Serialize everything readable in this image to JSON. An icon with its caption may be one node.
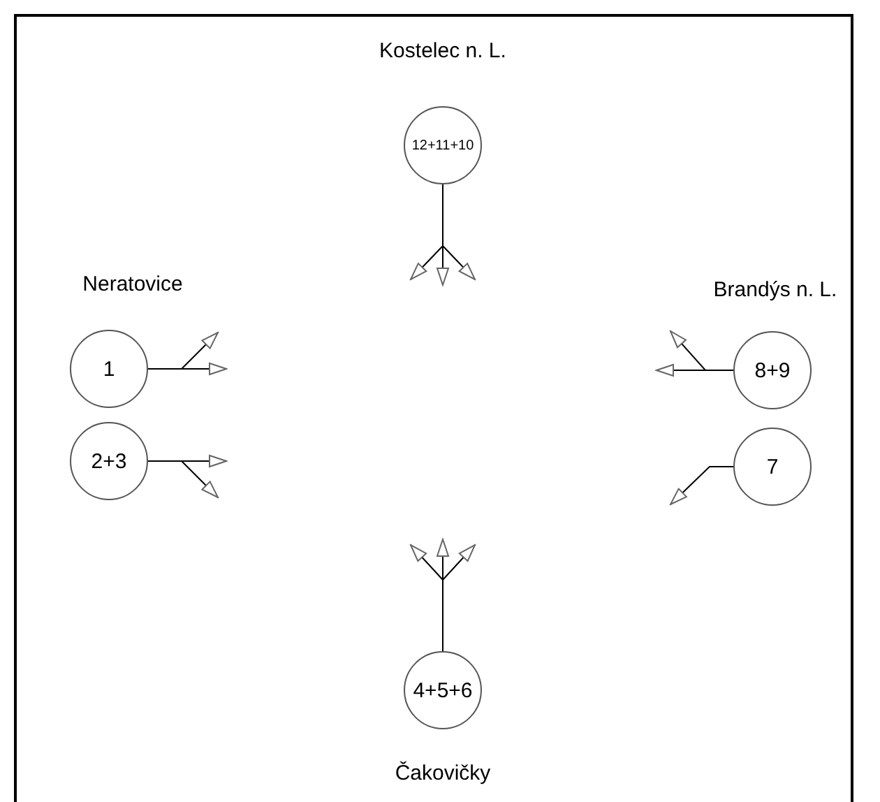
{
  "diagram": {
    "nodes": [
      {
        "text": [
          "12+11+10"
        ]
      },
      {
        "text": [
          "1"
        ]
      },
      {
        "text": [
          "8+9"
        ]
      },
      {
        "text": [
          "2+3"
        ]
      },
      {
        "text": [
          "7"
        ]
      },
      {
        "text": [
          "4+5+6"
        ]
      }
    ],
    "edges": [
      {
        "from": 0,
        "to": null,
        "arrow": "to"
      },
      {
        "from": 0,
        "to": null,
        "arrow": "to"
      },
      {
        "from": 0,
        "to": null,
        "arrow": "to"
      },
      {
        "from": 1,
        "to": null,
        "arrow": "to"
      },
      {
        "from": 1,
        "to": null,
        "arrow": "to"
      },
      {
        "from": 2,
        "to": null,
        "arrow": "to"
      },
      {
        "from": 2,
        "to": null,
        "arrow": "to"
      },
      {
        "from": 3,
        "to": null,
        "arrow": "to"
      },
      {
        "from": 3,
        "to": null,
        "arrow": "to"
      },
      {
        "from": 4,
        "to": null,
        "arrow": "to"
      },
      {
        "from": 5,
        "to": null,
        "arrow": "to"
      },
      {
        "from": 5,
        "to": null,
        "arrow": "to"
      },
      {
        "from": 5,
        "to": null,
        "arrow": "to"
      }
    ],
    "labels": [
      "Kostelec n. L.",
      "Neratovice",
      "Brandýs n. L.",
      "Čakovičky"
    ]
  }
}
